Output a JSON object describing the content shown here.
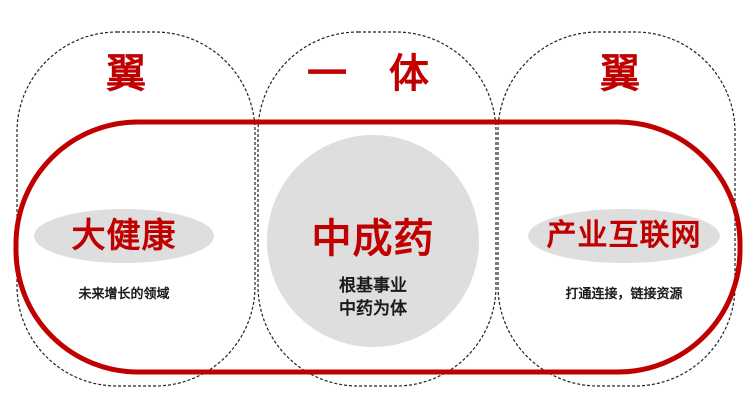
{
  "colors": {
    "accent_red": "#c00000",
    "ellipse_gray": "#dedede",
    "dash_line": "#222222",
    "text_dark": "#1a1a1a"
  },
  "headers": {
    "left": "翼",
    "center": "一 体",
    "right": "翼"
  },
  "columns": [
    {
      "title": "大健康",
      "subtitle": "未来增长的领域"
    },
    {
      "title": "中成药",
      "subtitle_lines": [
        "根基事业",
        "中药为体"
      ]
    },
    {
      "title": "产业互联网",
      "subtitle": "打通连接，链接资源"
    }
  ]
}
